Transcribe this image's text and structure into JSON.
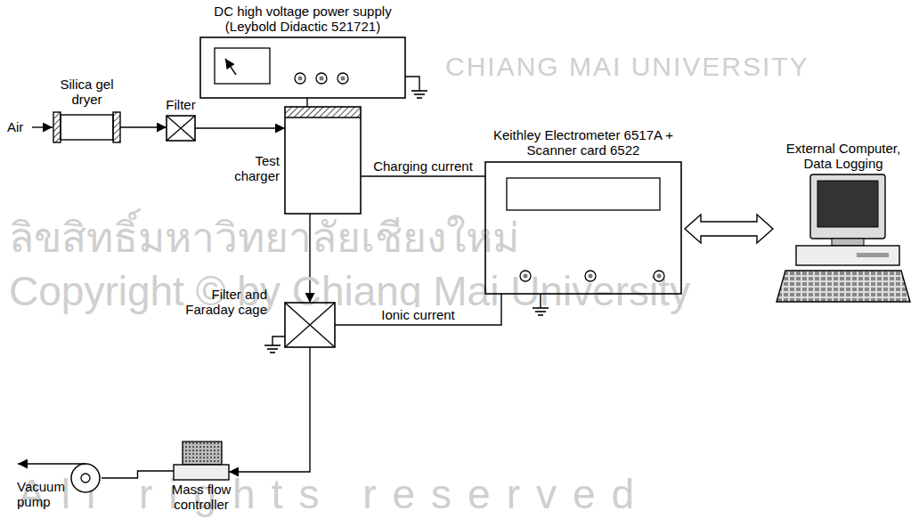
{
  "diagram": {
    "nodes": [
      {
        "text": [
          "DC high voltage power supply (Leybold Didactic 521721)"
        ]
      },
      {
        "text": [
          "Silica gel dryer"
        ]
      },
      {
        "text": [
          "Filter"
        ]
      },
      {
        "text": [
          "Test charger"
        ]
      },
      {
        "text": [
          "Keithley Electrometer 6517A + Scanner card 6522"
        ]
      },
      {
        "text": [
          "External Computer, Data Logging"
        ]
      },
      {
        "text": [
          "Filter and Faraday cage"
        ]
      },
      {
        "text": [
          "Mass flow controller"
        ]
      },
      {
        "text": [
          "Vacuum pump"
        ]
      }
    ],
    "edges": [
      {
        "from": 1,
        "to": 2,
        "arrow": "to"
      },
      {
        "from": 2,
        "to": 3,
        "arrow": "to"
      },
      {
        "from": 0,
        "to": 3,
        "arrow": "none"
      },
      {
        "from": 3,
        "to": 4,
        "label": "Charging current",
        "arrow": "none"
      },
      {
        "from": 3,
        "to": 6,
        "arrow": "to"
      },
      {
        "from": 6,
        "to": 4,
        "label": "Ionic current",
        "arrow": "none"
      },
      {
        "from": 4,
        "to": 5,
        "arrow": "both"
      },
      {
        "from": 6,
        "to": 7,
        "arrow": "to"
      },
      {
        "from": 7,
        "to": 8,
        "arrow": "none"
      }
    ],
    "labels": [
      "Air",
      "CHIANG MAI UNIVERSITY",
      "ลิขสิทธิ์มหาวิทยาลัยเชียงใหม่",
      "Copyright © by Chiang Mai University",
      "All rights reserved"
    ]
  }
}
